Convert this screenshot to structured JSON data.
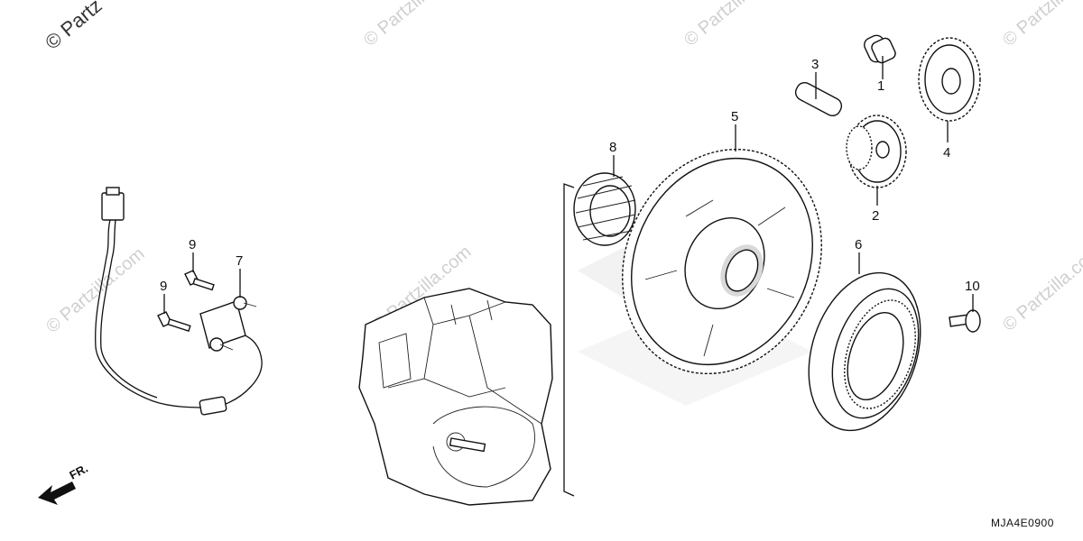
{
  "diagram": {
    "callouts": [
      {
        "id": "1",
        "label": "1"
      },
      {
        "id": "2",
        "label": "2"
      },
      {
        "id": "3",
        "label": "3"
      },
      {
        "id": "4",
        "label": "4"
      },
      {
        "id": "5",
        "label": "5"
      },
      {
        "id": "6",
        "label": "6"
      },
      {
        "id": "7",
        "label": "7"
      },
      {
        "id": "8",
        "label": "8"
      },
      {
        "id": "9a",
        "label": "9"
      },
      {
        "id": "9b",
        "label": "9"
      },
      {
        "id": "10",
        "label": "10"
      }
    ],
    "direction_label": "FR.",
    "diagram_code": "MJA4E0900",
    "watermark_corner": "© Partz",
    "watermark": "© Partzilla.com"
  }
}
